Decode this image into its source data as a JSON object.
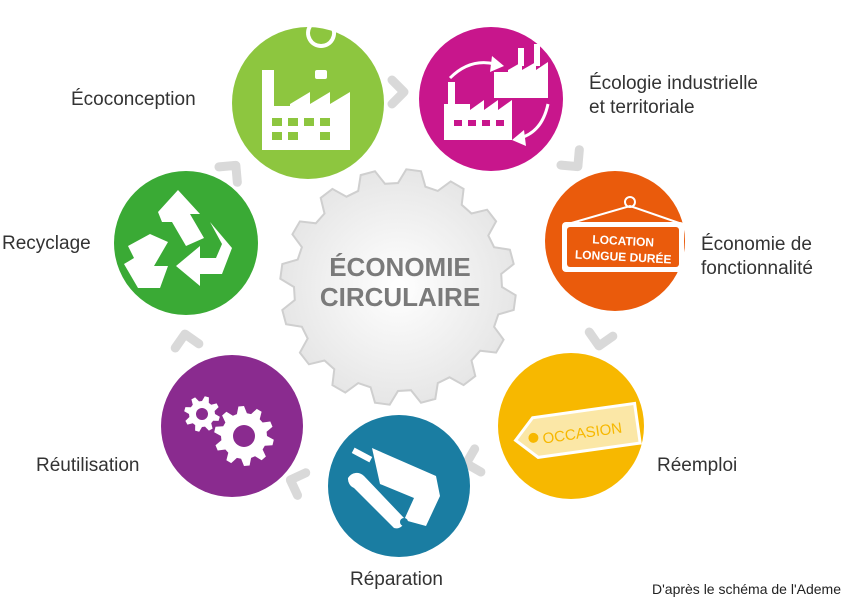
{
  "center": {
    "line1": "ÉCONOMIE",
    "line2": "CIRCULAIRE"
  },
  "stages": [
    {
      "id": "ecoconception",
      "label": "Écoconception",
      "color": "#8dc63f",
      "icon": "factory-lightbulb-icon"
    },
    {
      "id": "ecologie",
      "label_line1": "Écologie industrielle",
      "label_line2": "et territoriale",
      "color": "#c8168c",
      "icon": "factories-exchange-icon"
    },
    {
      "id": "fonctionnalite",
      "label_line1": "Économie de",
      "label_line2": "fonctionnalité",
      "color": "#ea5b0c",
      "icon": "rental-sign-icon",
      "sign_line1": "LOCATION",
      "sign_line2": "LONGUE DURÉE"
    },
    {
      "id": "reemploi",
      "label": "Réemploi",
      "color": "#f7b800",
      "icon": "price-tag-icon",
      "tag_text": "OCCASION"
    },
    {
      "id": "reparation",
      "label": "Réparation",
      "color": "#1a7da2",
      "icon": "drill-wrench-icon"
    },
    {
      "id": "reutilisation",
      "label": "Réutilisation",
      "color": "#8a2b8f",
      "icon": "gears-icon"
    },
    {
      "id": "recyclage",
      "label": "Recyclage",
      "color": "#3aaa35",
      "icon": "recycle-icon"
    }
  ],
  "center_color": "#9b9b9b",
  "arrow_color": "#d9d9d9",
  "credit": "D'après le schéma de l'Ademe"
}
